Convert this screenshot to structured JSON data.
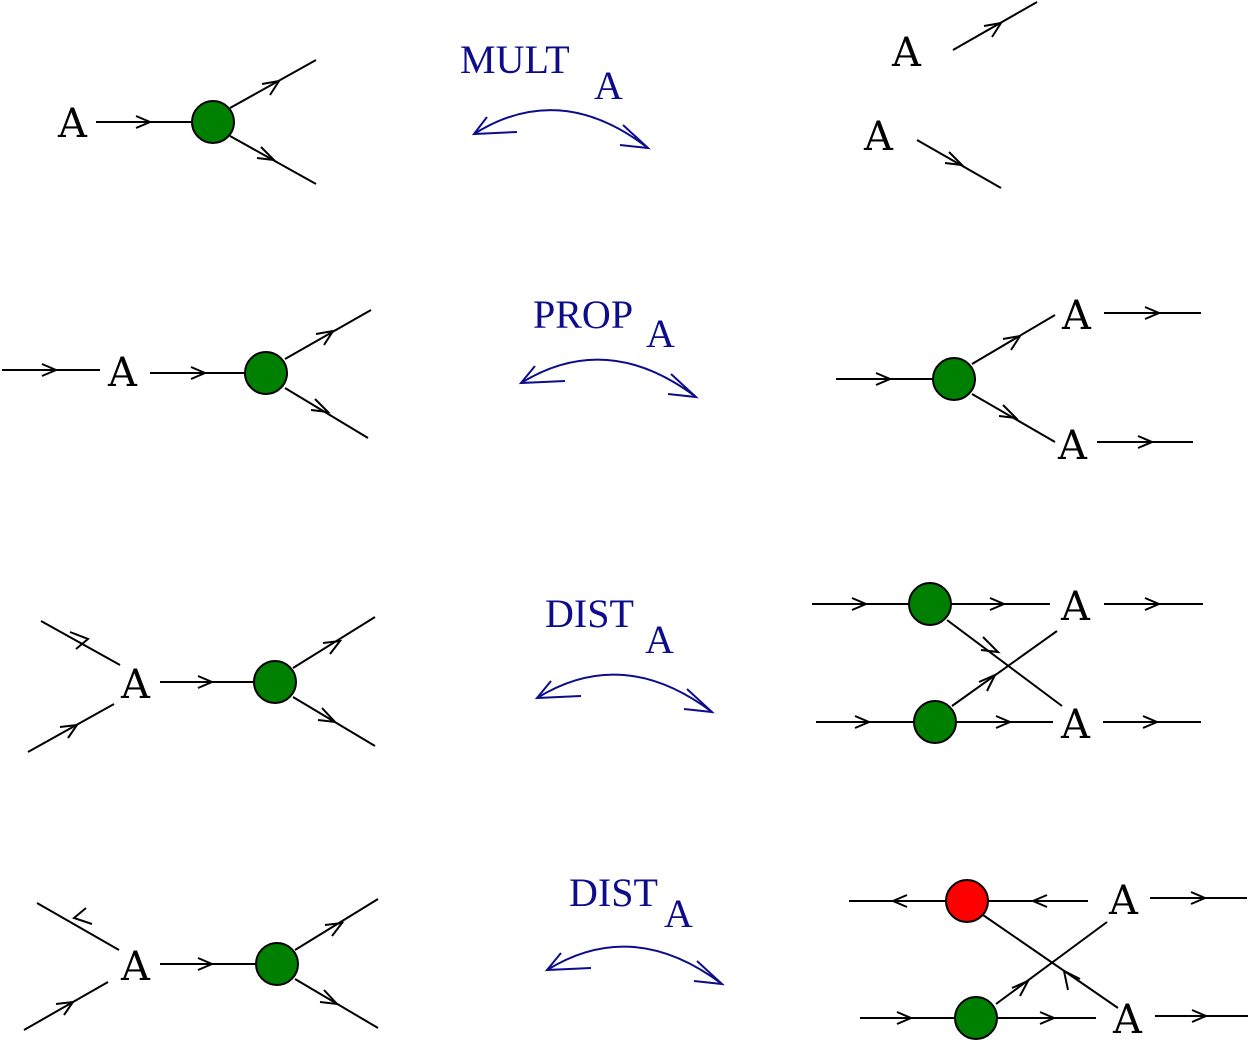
{
  "node_label": "A",
  "colors": {
    "line": "#000000",
    "move": "#0d0d8c",
    "green_node": "#008000",
    "red_node": "#ff0000"
  },
  "moves": [
    {
      "name": "MULT",
      "subscript": "A"
    },
    {
      "name": "PROP",
      "subscript": "A"
    },
    {
      "name": "DIST",
      "subscript": "A"
    },
    {
      "name": "DIST",
      "subscript": "A"
    }
  ]
}
